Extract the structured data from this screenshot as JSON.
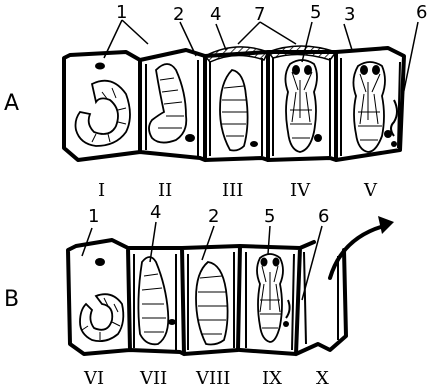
{
  "rows": [
    {
      "label": "A"
    },
    {
      "label": "B"
    }
  ],
  "cells_row_a": [
    "I",
    "II",
    "III",
    "IV",
    "V"
  ],
  "cells_row_b": [
    "VI",
    "VII",
    "VIII",
    "IX",
    "X"
  ],
  "callouts_row_a": [
    "1",
    "2",
    "4",
    "7",
    "5",
    "3",
    "6"
  ],
  "callouts_row_b": [
    "1",
    "4",
    "2",
    "5",
    "6"
  ]
}
